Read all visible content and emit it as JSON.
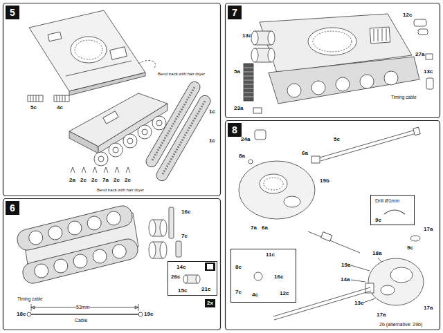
{
  "diagram": {
    "nodes": [
      {
        "text": [
          "5"
        ]
      },
      {
        "text": [
          "6"
        ]
      },
      {
        "text": [
          "7"
        ]
      },
      {
        "text": [
          "8"
        ]
      },
      {
        "text": [
          "14c",
          "26c",
          "21c",
          "15c"
        ]
      },
      {
        "text": [
          "2x"
        ],
        "in": 4
      },
      {
        "text": [
          "2x"
        ]
      },
      {
        "text": [
          "Drill Ø1mm",
          "9c"
        ]
      },
      {
        "text": [
          "11c",
          "8c",
          "16c",
          "7c",
          "4c",
          "12c"
        ]
      }
    ],
    "labels": [
      "5c",
      "4c",
      "Bend track with hair dryer",
      "1c",
      "1c",
      "Bend track with hair dryer",
      "2a",
      "2c",
      "2c",
      "7a",
      "2c",
      "2c",
      "16c",
      "7c",
      "Timing cable",
      "18c",
      "53mm",
      "Cable",
      "19c",
      "12c",
      "13c",
      "27a",
      "5a",
      "13c",
      "23a",
      "Timing cable",
      "24a",
      "5c",
      "8a",
      "6a",
      "19b",
      "7a",
      "6a",
      "17a",
      "9c",
      "18a",
      "19a",
      "14a",
      "13c",
      "17a",
      "17a",
      "2b (alternative: 29b)"
    ]
  }
}
